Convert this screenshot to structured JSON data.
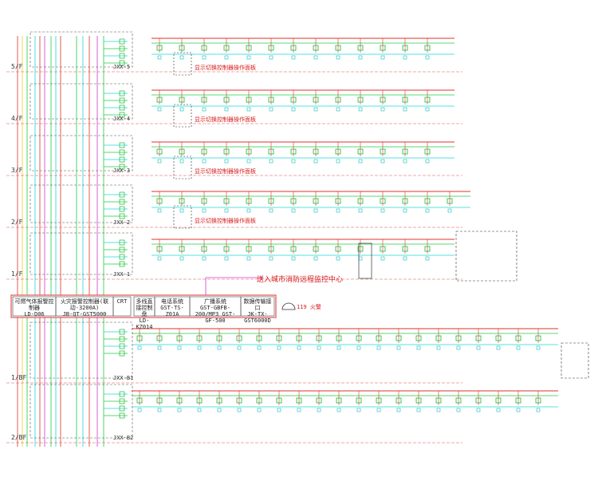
{
  "floors": [
    {
      "label": "5/F",
      "jxx": "JXX-5",
      "annotation": "显示切换控制器操作面板"
    },
    {
      "label": "4/F",
      "jxx": "JXX-4",
      "annotation": "显示切换控制器操作面板"
    },
    {
      "label": "3/F",
      "jxx": "JXX-3",
      "annotation": "显示切换控制器操作面板"
    },
    {
      "label": "2/F",
      "jxx": "JXX-2",
      "annotation": "显示切换控制器操作面板"
    },
    {
      "label": "1/F",
      "jxx": "JXX-1",
      "annotation": ""
    },
    {
      "label": "1/BF",
      "jxx": "JXX-B1",
      "annotation": ""
    },
    {
      "label": "2/BF",
      "jxx": "JXX-B2",
      "annotation": ""
    }
  ],
  "control_boxes": [
    {
      "name": "gas-detector-host",
      "line1": "可燃气体报警控制器",
      "line2": "LD-D06"
    },
    {
      "name": "fire-alarm-host",
      "line1": "火灾报警控制器(联动-3200A)",
      "line2": "JB-QT-GST5000"
    },
    {
      "name": "crt",
      "line1": "CRT",
      "line2": ""
    },
    {
      "name": "multiline-control",
      "line1": "多线直接控制盘",
      "line2": "LD-KZ014"
    },
    {
      "name": "phone-system",
      "line1": "电话系统",
      "line2": "GST-TS-Z01A"
    },
    {
      "name": "broadcast-system",
      "line1": "广播系统",
      "line2": "GST-GBFB-200/MP3 GST-GF-500"
    },
    {
      "name": "data-interface",
      "line1": "数据传输接口",
      "line2": "JK-TX-GST6000D"
    }
  ],
  "transfer_note": "送入城市消防远程监控中心",
  "phone_note": "119 火警",
  "colors": {
    "bus_red": "#e0312d",
    "bus_green": "#22cc44",
    "bus_cyan": "#1fd6d6",
    "bus_magenta": "#cc3ccc",
    "bus_yellow": "#e6d02a",
    "device_green": "#18b830",
    "device_cyan": "#10bcbc",
    "floor_divider": "#e05050",
    "frame": "#555555"
  }
}
